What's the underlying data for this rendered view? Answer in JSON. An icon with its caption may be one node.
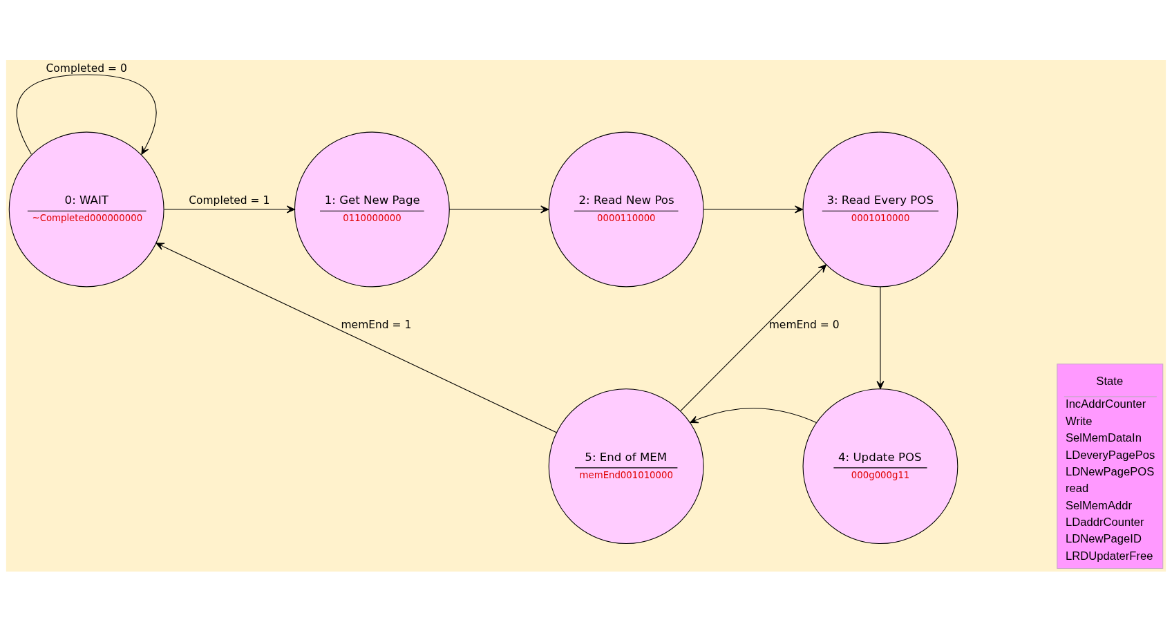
{
  "diagram": {
    "nodes": [
      {
        "text": [
          "0: WAIT",
          "~Completed000000000"
        ]
      },
      {
        "text": [
          "1: Get New Page",
          "0110000000"
        ]
      },
      {
        "text": [
          "2: Read New Pos",
          "0000110000"
        ]
      },
      {
        "text": [
          "3: Read Every POS",
          "0001010000"
        ]
      },
      {
        "text": [
          "4: Update POS",
          "000g000g11"
        ]
      },
      {
        "text": [
          "5: End of MEM",
          "memEnd001010000"
        ]
      },
      {
        "text": [
          "State",
          "IncAddrCounter",
          "Write",
          "SelMemDataIn",
          "LDeveryPagePos",
          "LDNewPagePOS",
          "read",
          "SelMemAddr",
          "LDaddrCounter",
          "LDNewPageID",
          "LRDUpdaterFree"
        ]
      }
    ],
    "edges": [
      {
        "from": 0,
        "to": 0,
        "arrow": "to",
        "label": "Completed = 0"
      },
      {
        "from": 0,
        "to": 1,
        "arrow": "to",
        "label": "Completed = 1"
      },
      {
        "from": 1,
        "to": 2,
        "arrow": "to"
      },
      {
        "from": 2,
        "to": 3,
        "arrow": "to"
      },
      {
        "from": 3,
        "to": 4,
        "arrow": "to"
      },
      {
        "from": 4,
        "to": 5,
        "arrow": "to"
      },
      {
        "from": 5,
        "to": 0,
        "arrow": "to",
        "label": "memEnd = 1"
      },
      {
        "from": 5,
        "to": 3,
        "arrow": "to",
        "label": "memEnd = 0"
      }
    ]
  }
}
